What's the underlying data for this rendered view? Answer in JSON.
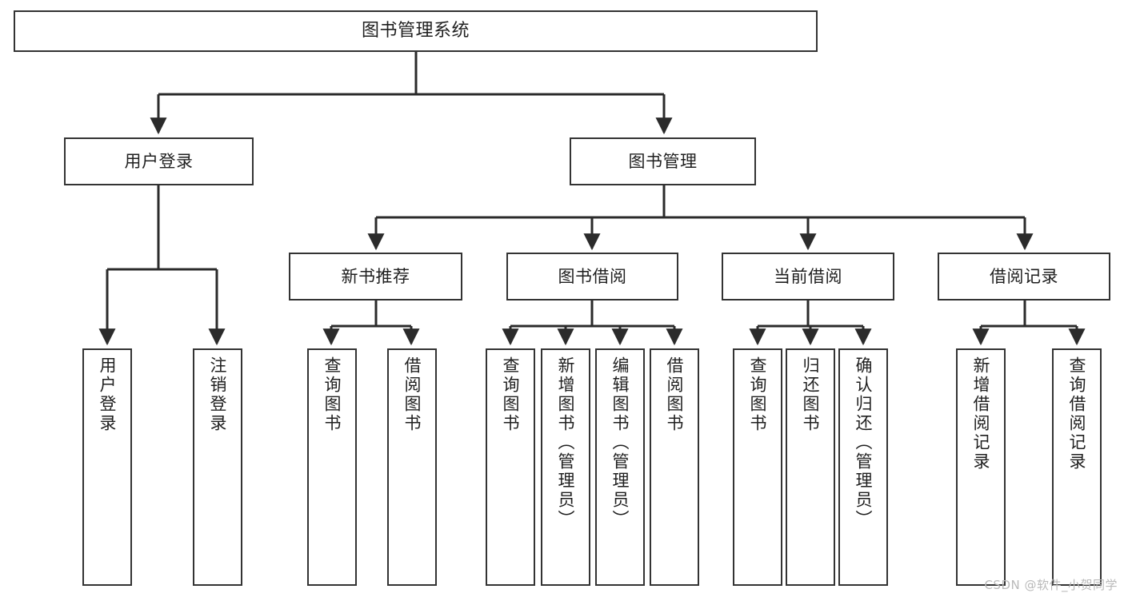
{
  "diagram": {
    "title": "图书管理系统",
    "watermark": "CSDN @软件_小贺同学",
    "colors": {
      "box_border": "#333333",
      "box_fill": "#ffffff",
      "connector": "#2b2b2b",
      "text": "#1f1f1f",
      "watermark": "#b9b9b9",
      "background": "#ffffff"
    },
    "root": {
      "label": "图书管理系统"
    },
    "level1": [
      {
        "label": "用户登录"
      },
      {
        "label": "图书管理"
      }
    ],
    "level2": [
      {
        "label": "新书推荐"
      },
      {
        "label": "图书借阅"
      },
      {
        "label": "当前借阅"
      },
      {
        "label": "借阅记录"
      }
    ],
    "leaves_user_login": [
      {
        "label": "用户登录"
      },
      {
        "label": "注销登录"
      }
    ],
    "leaves_new_books": [
      {
        "label": "查询图书"
      },
      {
        "label": "借阅图书"
      }
    ],
    "leaves_borrow": [
      {
        "label": "查询图书"
      },
      {
        "label": "新增图书（管理员）"
      },
      {
        "label": "编辑图书（管理员）"
      },
      {
        "label": "借阅图书"
      }
    ],
    "leaves_current": [
      {
        "label": "查询图书"
      },
      {
        "label": "归还图书"
      },
      {
        "label": "确认归还（管理员）"
      }
    ],
    "leaves_records": [
      {
        "label": "新增借阅记录"
      },
      {
        "label": "查询借阅记录"
      }
    ]
  }
}
